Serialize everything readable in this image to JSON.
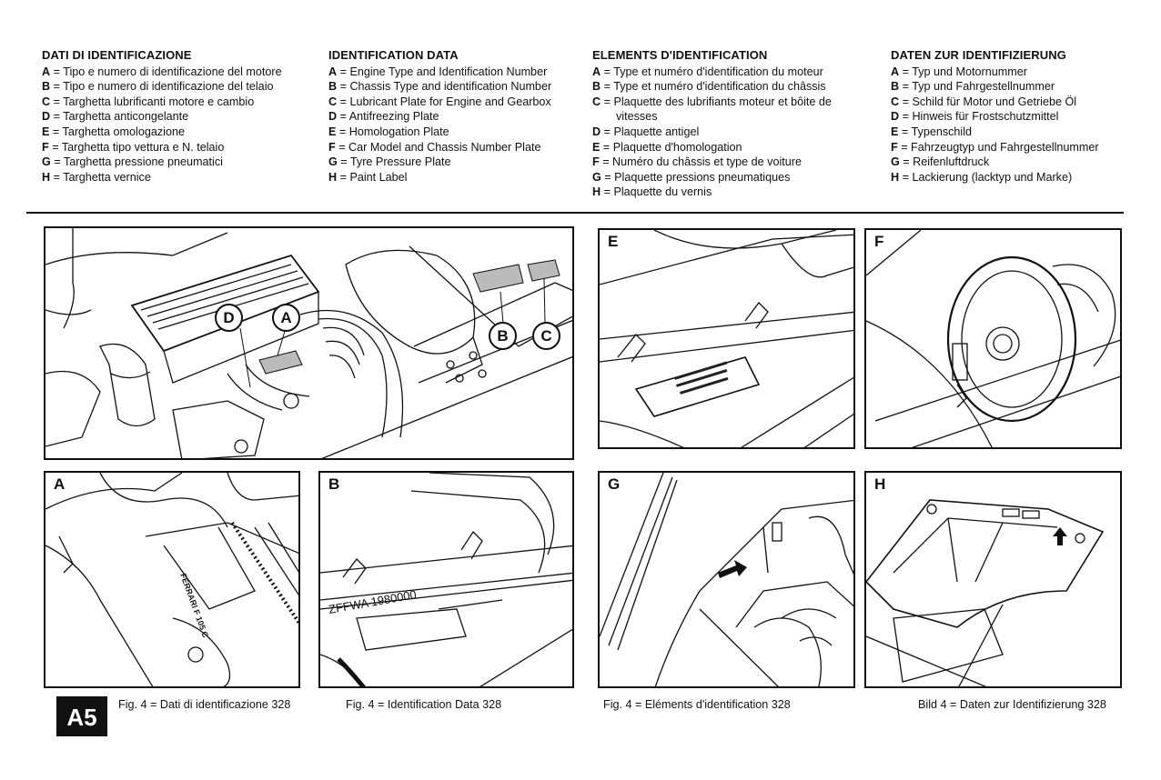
{
  "columns": [
    {
      "title": "DATI DI IDENTIFICAZIONE",
      "items": [
        {
          "key": "A",
          "text": "= Tipo e numero di identificazione del motore"
        },
        {
          "key": "B",
          "text": "= Tipo e numero di identificazione del telaio"
        },
        {
          "key": "C",
          "text": "= Targhetta lubrificanti motore e cambio"
        },
        {
          "key": "D",
          "text": "= Targhetta anticongelante"
        },
        {
          "key": "E",
          "text": "= Targhetta omologazione"
        },
        {
          "key": "F",
          "text": "= Targhetta tipo vettura e N. telaio"
        },
        {
          "key": "G",
          "text": "= Targhetta pressione pneumatici"
        },
        {
          "key": "H",
          "text": "= Targhetta vernice"
        }
      ]
    },
    {
      "title": "IDENTIFICATION DATA",
      "items": [
        {
          "key": "A",
          "text": "= Engine Type and Identification Number"
        },
        {
          "key": "B",
          "text": "= Chassis Type and identification Number"
        },
        {
          "key": "C",
          "text": "= Lubricant Plate for Engine and Gearbox"
        },
        {
          "key": "D",
          "text": "= Antifreezing Plate"
        },
        {
          "key": "E",
          "text": "= Homologation Plate"
        },
        {
          "key": "F",
          "text": "= Car Model and Chassis Number Plate"
        },
        {
          "key": "G",
          "text": "= Tyre Pressure Plate"
        },
        {
          "key": "H",
          "text": "= Paint Label"
        }
      ]
    },
    {
      "title": "ELEMENTS D'IDENTIFICATION",
      "items": [
        {
          "key": "A",
          "text": "= Type et numéro d'identification du moteur"
        },
        {
          "key": "B",
          "text": "= Type et numéro d'identification du châssis"
        },
        {
          "key": "C",
          "text": "= Plaquette des lubrifiants moteur et bôite de"
        },
        {
          "key": "",
          "text": "vitesses"
        },
        {
          "key": "D",
          "text": "= Plaquette antigel"
        },
        {
          "key": "E",
          "text": "= Plaquette d'homologation"
        },
        {
          "key": "F",
          "text": "= Numéro du châssis et type de voiture"
        },
        {
          "key": "G",
          "text": "= Plaquette pressions pneumatiques"
        },
        {
          "key": "H",
          "text": "= Plaquette du vernis"
        }
      ]
    },
    {
      "title": "DATEN ZUR IDENTIFIZIERUNG",
      "items": [
        {
          "key": "A",
          "text": "= Typ und Motornummer"
        },
        {
          "key": "B",
          "text": "= Typ und Fahrgestellnummer"
        },
        {
          "key": "C",
          "text": "= Schild für Motor und Getriebe Öl"
        },
        {
          "key": "D",
          "text": "= Hinweis für Frostschutzmittel"
        },
        {
          "key": "E",
          "text": "= Typenschild"
        },
        {
          "key": "F",
          "text": "= Fahrzeugtyp und Fahrgestellnummer"
        },
        {
          "key": "G",
          "text": "= Reifenluftdruck"
        },
        {
          "key": "H",
          "text": "= Lackierung (lacktyp und Marke)"
        }
      ]
    }
  ],
  "panels": {
    "E": "E",
    "F": "F",
    "A": "A",
    "B": "B",
    "G": "G",
    "H": "H"
  },
  "callouts": {
    "D": "D",
    "A": "A",
    "B": "B",
    "C": "C"
  },
  "plate_text": {
    "engine": "FERRARI F 105 C",
    "chassis": "ZFFWA 1980000"
  },
  "captions": {
    "it": "Fig. 4 = Dati di identificazione 328",
    "en": "Fig. 4 = Identification Data 328",
    "fr": "Fig. 4 = Eléments d'identification 328",
    "de": "Bild 4 = Daten zur Identifizierung 328"
  },
  "page_badge": "A5"
}
